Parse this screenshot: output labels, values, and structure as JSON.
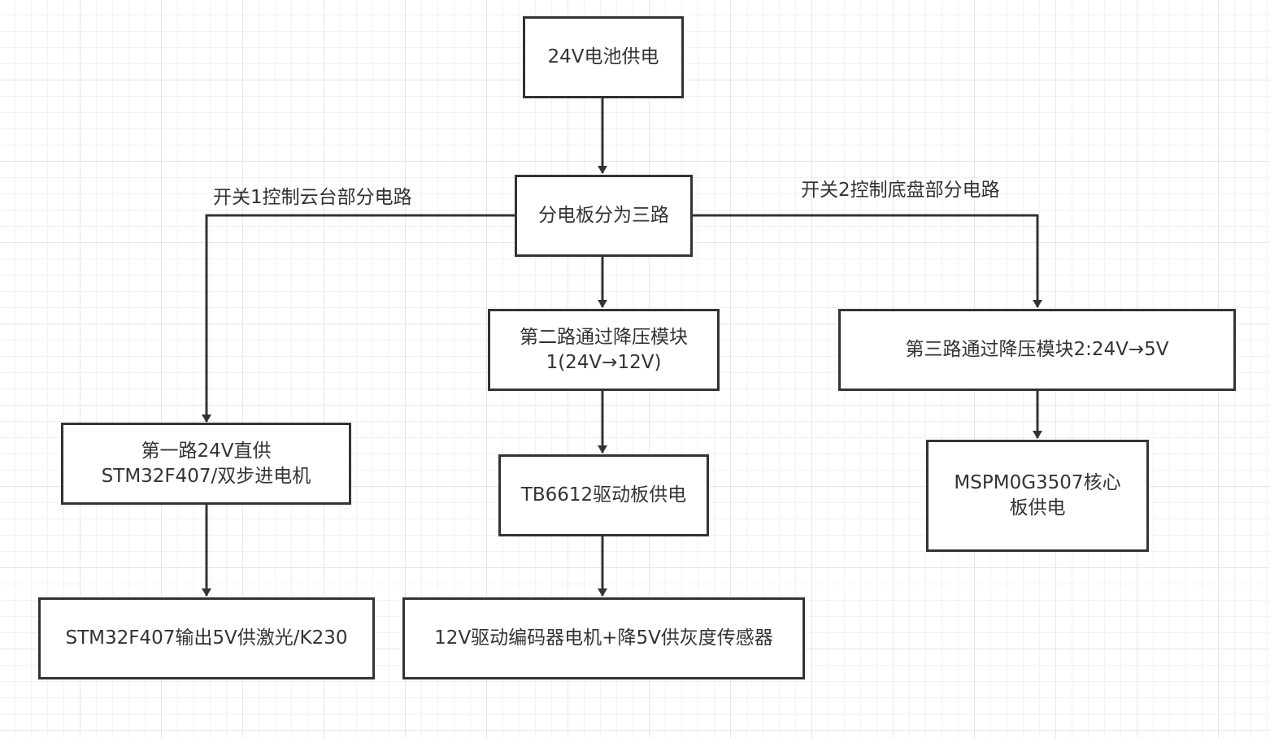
{
  "nodes": {
    "battery": "24V电池供电",
    "distribution_board": "分电板分为三路",
    "route1": "第一路24V直供\nSTM32F407/双步进电机",
    "route1_output": "STM32F407输出5V供激光/K230",
    "route2": "第二路通过降压模块\n1(24V→12V)",
    "route2_driver": "TB6612驱动板供电",
    "route2_output": "12V驱动编码器电机+降5V供灰度传感器",
    "route3": "第三路通过降压模块2:24V→5V",
    "route3_output": "MSPM0G3507核心\n板供电"
  },
  "edge_labels": {
    "switch1": "开关1控制云台部分电路",
    "switch2": "开关2控制底盘部分电路"
  }
}
